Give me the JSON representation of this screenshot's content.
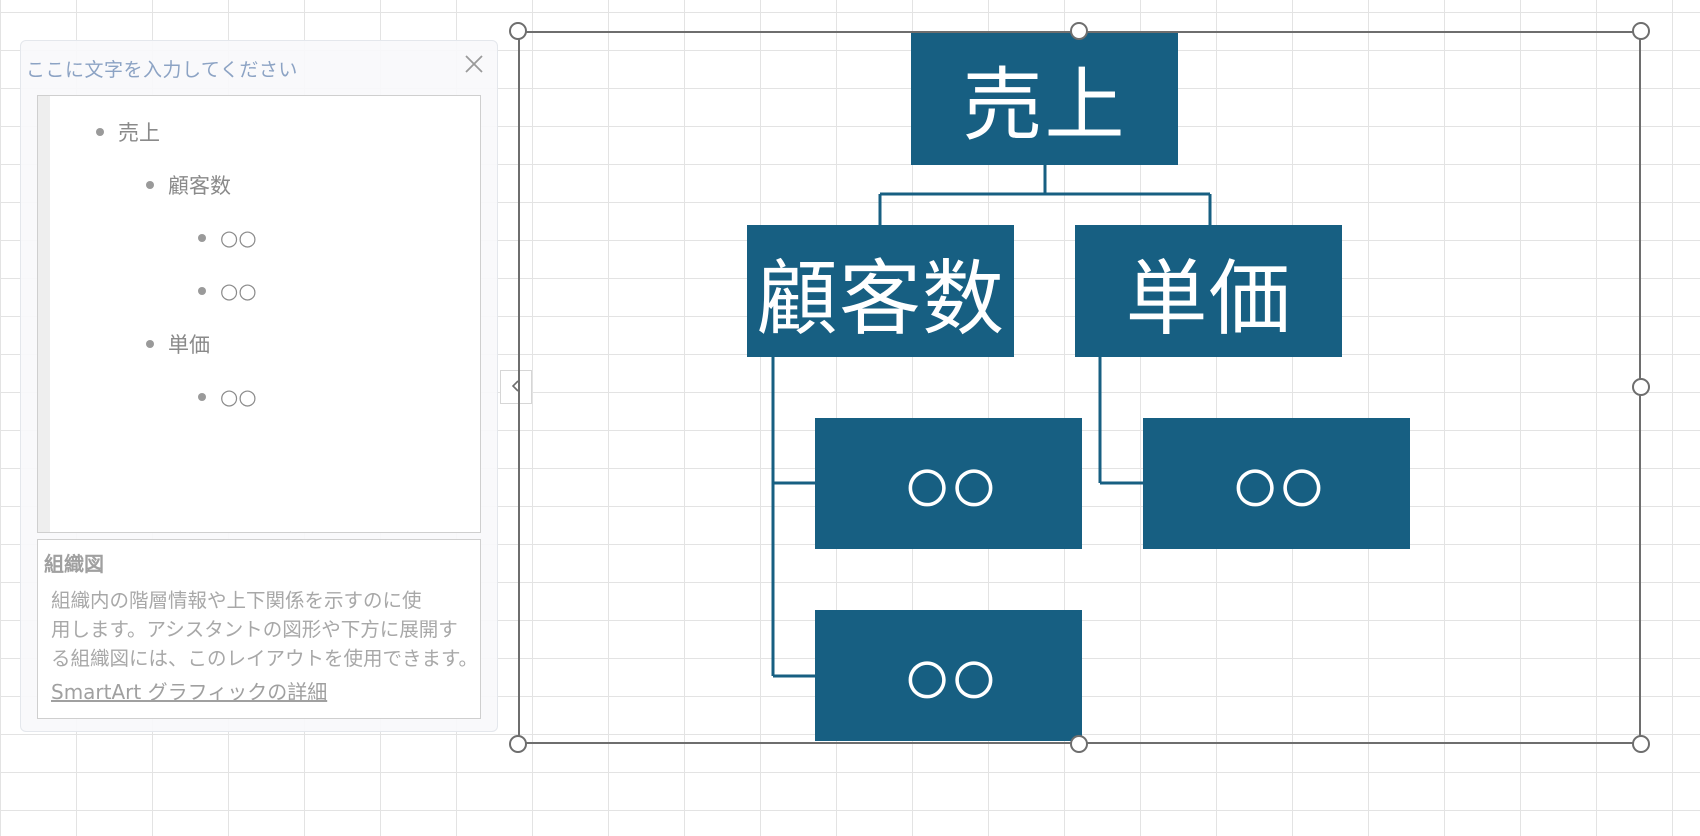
{
  "text_pane": {
    "title": "ここに文字を入力してください",
    "close_glyph": "✕",
    "collapse_glyph": "‹",
    "items": [
      {
        "level": 1,
        "text": "売上"
      },
      {
        "level": 2,
        "text": "顧客数"
      },
      {
        "level": 3,
        "text": "○○"
      },
      {
        "level": 3,
        "text": "○○"
      },
      {
        "level": 2,
        "text": "単価"
      },
      {
        "level": 3,
        "text": "○○"
      }
    ],
    "description": {
      "title": "組織図",
      "lines": [
        "組織内の階層情報や上下関係を示すのに使",
        "用します。アシスタントの図形や下方に展開す",
        "る組織図には、このレイアウトを使用できます。"
      ],
      "link": "SmartArt グラフィックの詳細"
    }
  },
  "diagram": {
    "type": "organization-chart",
    "fill_color": "#175f82",
    "text_color": "#ffffff",
    "connector_color": "#175f82",
    "nodes": {
      "root": "売上",
      "child_a": "顧客数",
      "child_b": "単価",
      "a_sub_1": "○○",
      "a_sub_2": "○○",
      "b_sub_1": "○○"
    }
  }
}
